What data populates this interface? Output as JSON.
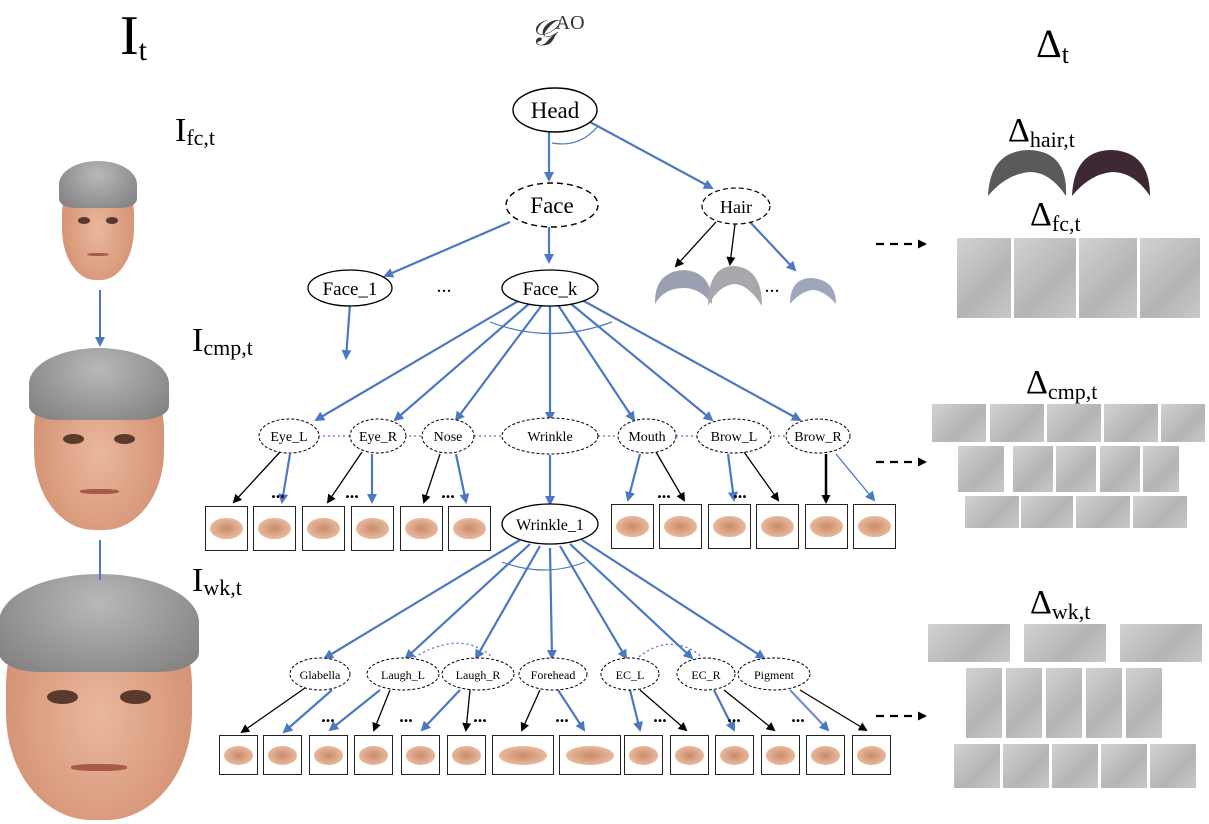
{
  "header": {
    "it_label": "I",
    "it_sub": "t",
    "graph_label": "𝒢",
    "graph_sup": "AO",
    "delta_label": "Δ",
    "delta_sub": "t"
  },
  "left_labels": {
    "fc_main": "I",
    "fc_sub": "fc,t",
    "cmp_main": "I",
    "cmp_sub": "cmp,t",
    "wk_main": "I",
    "wk_sub": "wk,t"
  },
  "right_labels": {
    "hair_main": "Δ",
    "hair_sub": "hair,t",
    "fc_main": "Δ",
    "fc_sub": "fc,t",
    "cmp_main": "Δ",
    "cmp_sub": "cmp,t",
    "wk_main": "Δ",
    "wk_sub": "wk,t"
  },
  "nodes": {
    "head": "Head",
    "face": "Face",
    "hair": "Hair",
    "face_1": "Face_1",
    "face_k": "Face_k",
    "eye_l": "Eye_L",
    "eye_r": "Eye_R",
    "nose": "Nose",
    "wrinkle": "Wrinkle",
    "mouth": "Mouth",
    "brow_l": "Brow_L",
    "brow_r": "Brow_R",
    "wrinkle_1": "Wrinkle_1",
    "glabella": "Glabella",
    "laugh_l": "Laugh_L",
    "laugh_r": "Laugh_R",
    "forehead": "Forehead",
    "ec_l": "EC_L",
    "ec_r": "EC_R",
    "pigment": "Pigment"
  },
  "ellipsis": "...",
  "ellipsis_bold": "...",
  "colors": {
    "blue_edge": "#4a78c2",
    "black_edge": "#000000"
  }
}
